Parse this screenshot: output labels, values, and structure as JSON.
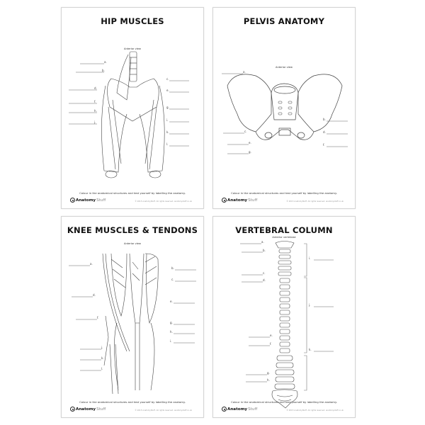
{
  "sheets": [
    {
      "title": "HIP MUSCLES",
      "subtitle": "Anterior view",
      "labels_left": [
        "a.",
        "b.",
        "d.",
        "f.",
        "h.",
        "j."
      ],
      "labels_right": [
        "c.",
        "e.",
        "g.",
        "i.",
        "k.",
        "l."
      ],
      "instruction": "Colour in the anatomical structures and test yourself by labelling the anatomy.",
      "logo": {
        "bold": "Anatomy",
        "light": "Stuff"
      },
      "copyright": "© 2015 AnatomyStuff. All rights reserved. anatomystuff.co.uk"
    },
    {
      "title": "PELVIS ANATOMY",
      "subtitle": "Anterior view",
      "labels_left": [
        "a.",
        "c.",
        "e.",
        "g."
      ],
      "labels_right": [
        "b.",
        "d.",
        "f."
      ],
      "instruction": "Colour in the anatomical structures and test yourself by labelling the anatomy.",
      "logo": {
        "bold": "Anatomy",
        "light": "Stuff"
      },
      "copyright": "© 2015 AnatomyStuff. All rights reserved. anatomystuff.co.uk"
    },
    {
      "title": "KNEE MUSCLES & TENDONS",
      "subtitle": "Anterior view",
      "labels_left": [
        "a.",
        "d.",
        "f.",
        "j.",
        "k.",
        "l."
      ],
      "labels_right": [
        "b.",
        "c.",
        "e.",
        "g.",
        "h.",
        "i."
      ],
      "instruction": "Colour in the anatomical structures and test yourself by labelling the anatomy.",
      "logo": {
        "bold": "Anatomy",
        "light": "Stuff"
      },
      "copyright": "© 2015 AnatomyStuff. All rights reserved. anatomystuff.co.uk"
    },
    {
      "title": "VERTEBRAL COLUMN",
      "subtitle": "Anterior vertebrae",
      "labels_left": [
        "a.",
        "b.",
        "c.",
        "d.",
        "e.",
        "f.",
        "g.",
        "h."
      ],
      "labels_right": [
        "i.",
        "j.",
        "k."
      ],
      "instruction": "Colour in the anatomical structures and test yourself by labelling the anatomy.",
      "logo": {
        "bold": "Anatomy",
        "light": "Stuff"
      },
      "copyright": "© 2015 AnatomyStuff. All rights reserved. anatomystuff.co.uk"
    }
  ]
}
